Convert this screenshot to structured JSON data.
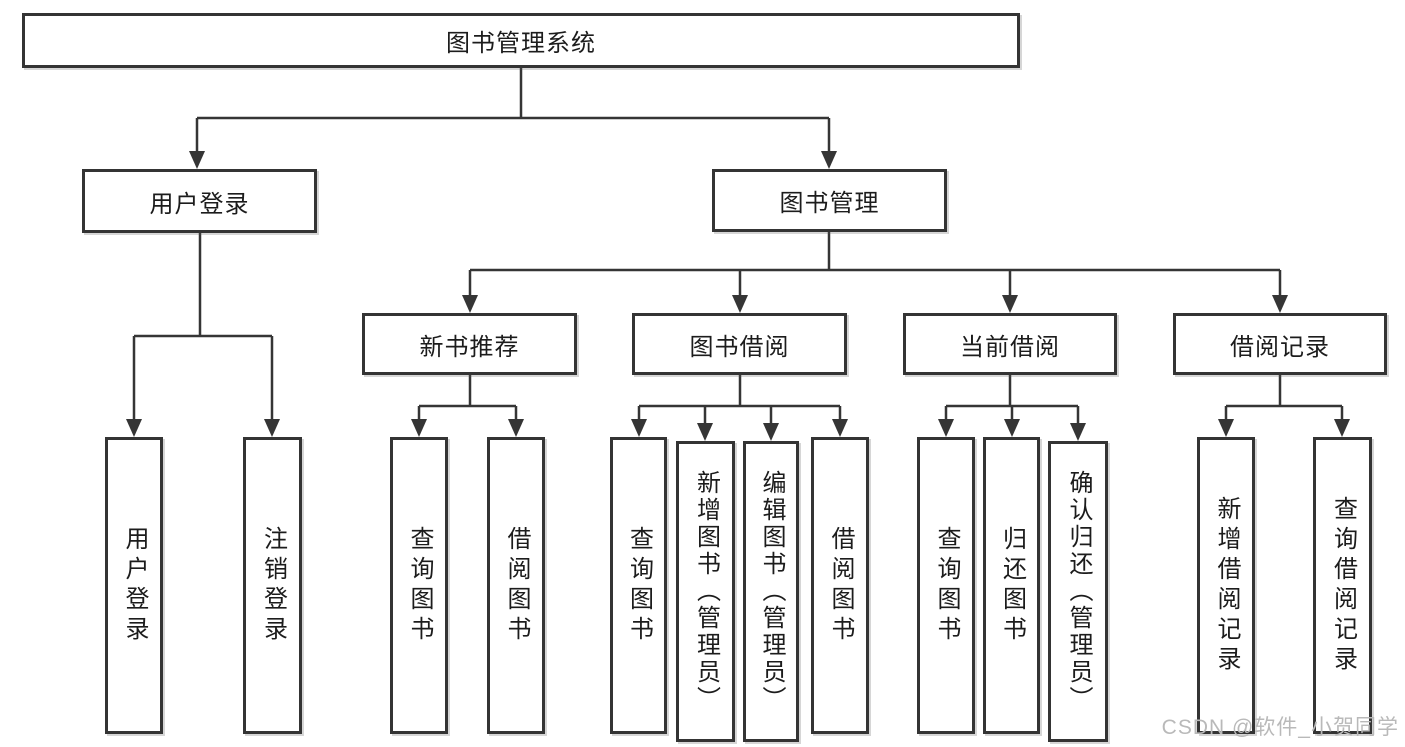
{
  "diagram": {
    "root": {
      "label": "图书管理系统"
    },
    "level2": [
      {
        "label": "用户登录"
      },
      {
        "label": "图书管理"
      }
    ],
    "level3": [
      {
        "label": "新书推荐",
        "parent": "图书管理"
      },
      {
        "label": "图书借阅",
        "parent": "图书管理"
      },
      {
        "label": "当前借阅",
        "parent": "图书管理"
      },
      {
        "label": "借阅记录",
        "parent": "图书管理"
      }
    ],
    "leaves": [
      {
        "parent": "用户登录",
        "label": "用户登录"
      },
      {
        "parent": "用户登录",
        "label": "注销登录"
      },
      {
        "parent": "新书推荐",
        "label": "查询图书"
      },
      {
        "parent": "新书推荐",
        "label": "借阅图书"
      },
      {
        "parent": "图书借阅",
        "label": "查询图书"
      },
      {
        "parent": "图书借阅",
        "label": "新增图书（管理员）"
      },
      {
        "parent": "图书借阅",
        "label": "编辑图书（管理员）"
      },
      {
        "parent": "图书借阅",
        "label": "借阅图书"
      },
      {
        "parent": "当前借阅",
        "label": "查询图书"
      },
      {
        "parent": "当前借阅",
        "label": "归还图书"
      },
      {
        "parent": "当前借阅",
        "label": "确认归还（管理员）"
      },
      {
        "parent": "借阅记录",
        "label": "新增借阅记录"
      },
      {
        "parent": "借阅记录",
        "label": "查询借阅记录"
      }
    ],
    "colors": {
      "line": "#353535",
      "box_border": "#343434",
      "text": "#1c1c1c",
      "background": "#ffffff",
      "watermark": "#b9b9b9"
    }
  },
  "watermark": "CSDN @软件_小贺同学"
}
